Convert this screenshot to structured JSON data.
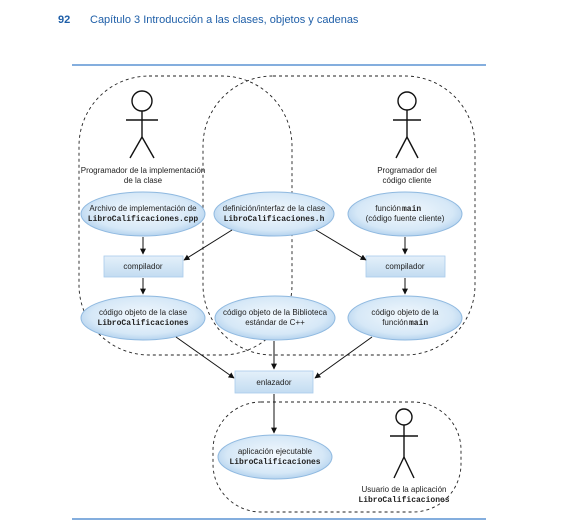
{
  "header": {
    "page_number": "92",
    "chapter_title": "Capítulo 3   Introducción a las clases, objetos y cadenas"
  },
  "actors": {
    "impl_programmer": [
      "Programador de la implementación",
      "de la clase"
    ],
    "client_programmer": [
      "Programador del",
      "código cliente"
    ],
    "app_user": "Usuario de la aplicación",
    "app_user_mono": "LibroCalificaciones"
  },
  "nodes": {
    "impl_file": {
      "text": "Archivo de implementación de",
      "mono": "LibroCalificaciones.cpp"
    },
    "interface": {
      "text": "definición/interfaz de la clase",
      "mono": "LibroCalificaciones.h"
    },
    "main_fn": {
      "text1": "función ",
      "mono": "main",
      "text2": "(código fuente cliente)"
    },
    "compiler_left": "compilador",
    "compiler_right": "compilador",
    "obj_class": {
      "text": "código objeto de la clase",
      "mono": "LibroCalificaciones"
    },
    "obj_stdlib": {
      "text1": "código objeto de la Biblioteca",
      "text2": "estándar de C++"
    },
    "obj_main": {
      "text": "código objeto de la",
      "text2": "función ",
      "mono": "main"
    },
    "linker": "enlazador",
    "executable": {
      "text": "aplicación ejecutable",
      "mono": "LibroCalificaciones"
    }
  },
  "colors": {
    "header_blue": "#1f5fa8",
    "ellipse_fill": "#d6e8f7",
    "ellipse_edge": "#8fb9e0",
    "box_fill": "#d0e4f5",
    "rule": "#3a7dc9"
  }
}
